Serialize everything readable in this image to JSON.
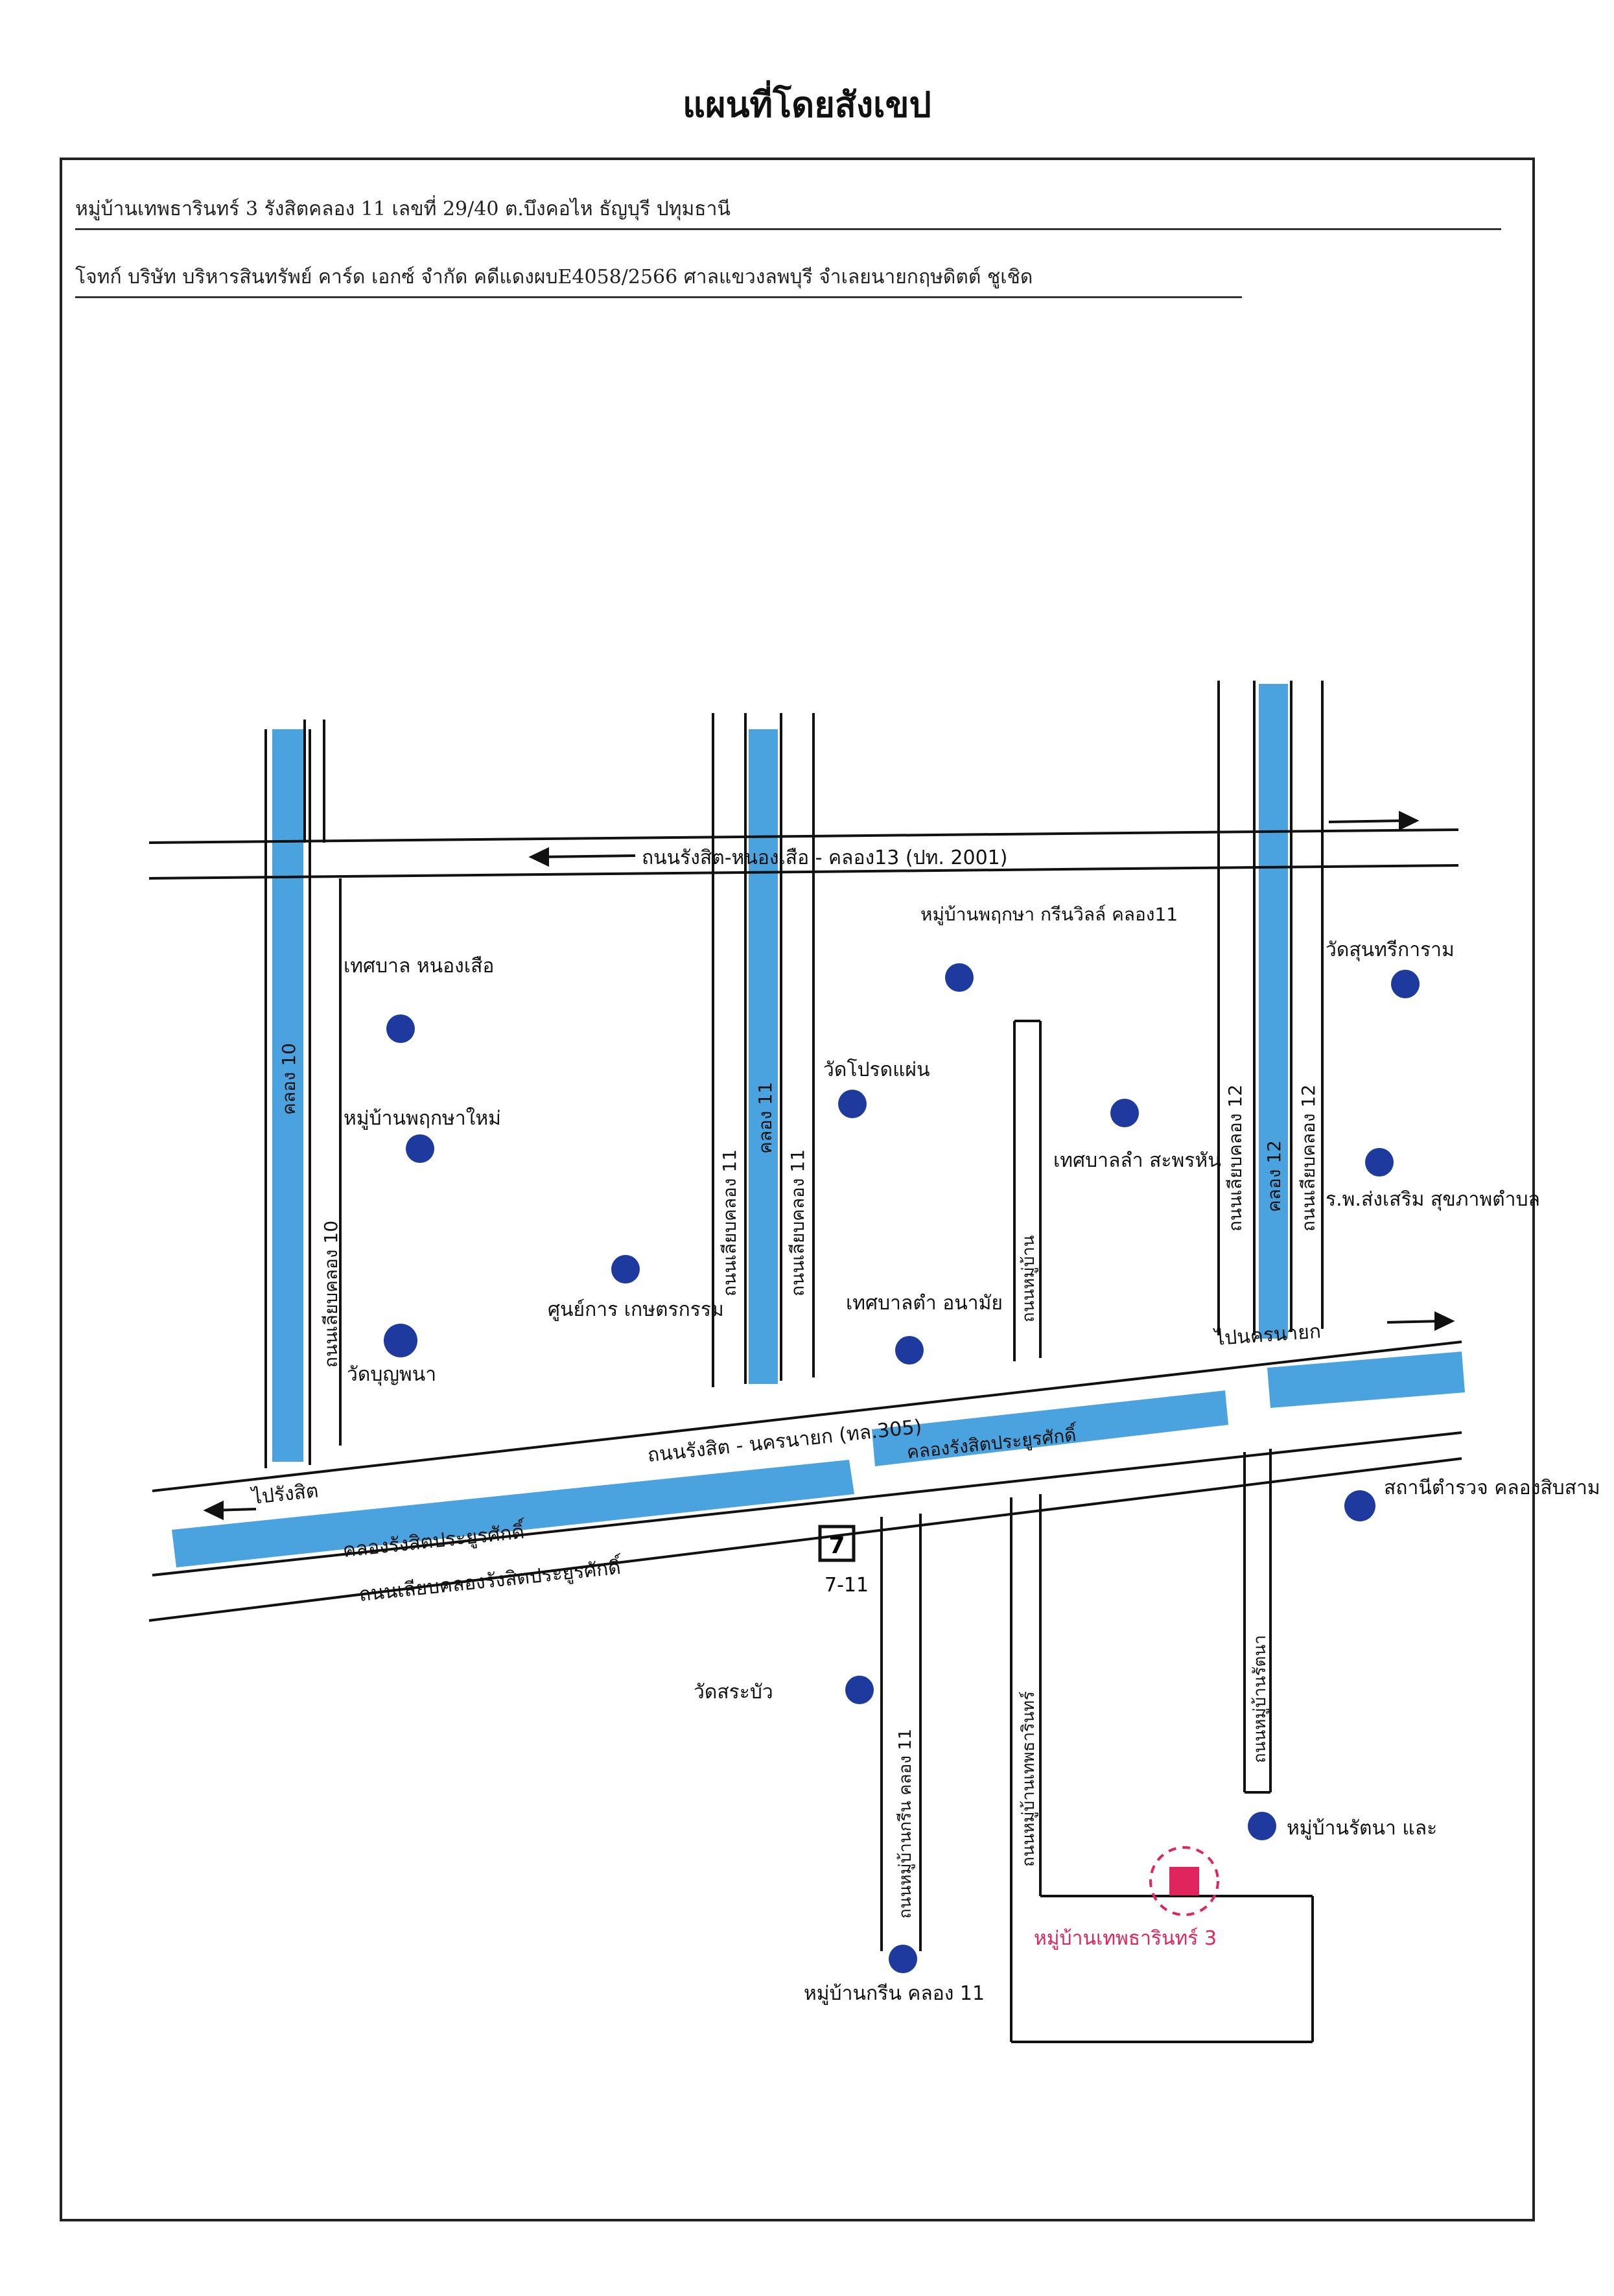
{
  "title": "แผนที่โดยสังเขป",
  "header": {
    "address_line": "หมู่บ้านเทพธารินทร์ 3 รังสิตคลอง 11 เลขที่ 29/40 ต.บึงคอไห ธัญบุรี ปทุมธานี",
    "case_line": "โจทก์ บริษัท บริหารสินทรัพย์ คาร์ด เอกซ์ จำกัด คดีแดงผบE4058/2566 ศาลแขวงลพบุรี จำเลยนายกฤษดิตต์ ชูเชิด"
  },
  "roads": {
    "top_road": "ถนนรังสิต-หนองเสือ - คลอง13 (ปท. 2001)",
    "main_road": "ถนนรังสิต - นครนายก (ทล.305)",
    "to_nakhon_nayok": "ไปนครนายก",
    "to_rangsit": "ไปรังสิต",
    "frontage_road": "ถนนเลียบคลองรังสิตประยูรศักดิ์",
    "soi_10": "คลอง 10",
    "soi_10_road": "ถนนเลียบคลอง 10",
    "soi_11a": "คลอง 11",
    "soi_11a_road": "ถนนเลียบคลอง 11",
    "soi_11b": "คลอง 11",
    "soi_11b_road": "ถนนเลียบคลอง 11",
    "soi_12": "คลอง 12",
    "soi_12_road": "ถนนเลียบคลอง 12",
    "soi_12b_road": "ถนนเลียบคลอง 12",
    "soi_inner": "ถนนหมู่บ้าน",
    "soi_south_a": "ถนนหมู่บ้านกรีน คลอง 11",
    "soi_south_b": "ถนนหมู่บ้านเทพธารินทร์",
    "soi_south_c": "ถนนหมู่บ้านรัตนา"
  },
  "canals": {
    "main_canal_west": "คลองรังสิตประยูรศักดิ์",
    "main_canal_east": "คลองรังสิตประยูรศักดิ์"
  },
  "landmarks": [
    {
      "id": "lm1",
      "label": "เทศบาล หนองเสือ"
    },
    {
      "id": "lm2",
      "label": "หมู่บ้านพฤกษาใหม่"
    },
    {
      "id": "lm3",
      "label": "วัดบุญพนา"
    },
    {
      "id": "lm4",
      "label": "ศูนย์การ เกษตรกรรม"
    },
    {
      "id": "lm5",
      "label": "หมู่บ้านพฤกษา กรีนวิลล์ คลอง11"
    },
    {
      "id": "lm6",
      "label": "วัดโปรดแผ่น"
    },
    {
      "id": "lm7",
      "label": "เทศบาลลำ สะพรหัน"
    },
    {
      "id": "lm8",
      "label": "เทศบาลตำ อนามัย"
    },
    {
      "id": "lm9",
      "label": "วัดสุนทรีการาม"
    },
    {
      "id": "lm10",
      "label": "ร.พ.ส่งเสริม สุขภาพตำบล"
    },
    {
      "id": "lm11",
      "label": "สถานีตำรวจ คลองสิบสาม"
    },
    {
      "id": "lm12",
      "label": "วัดสระบัว"
    },
    {
      "id": "lm13",
      "label": "หมู่บ้านรัตนา และ"
    },
    {
      "id": "lm14",
      "label": "หมู่บ้านกรีน คลอง 11"
    }
  ],
  "seven_eleven": {
    "symbol": "7",
    "label": "7-11"
  },
  "target": {
    "label": "หมู่บ้านเทพธารินทร์ 3"
  },
  "colors": {
    "canal": "#4aa3df",
    "poi": "#1f3a9e",
    "target": "#e0245e",
    "road_line": "#111111"
  }
}
